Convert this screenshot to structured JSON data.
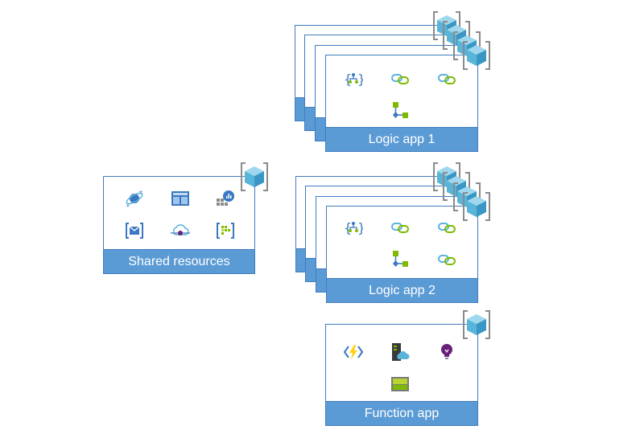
{
  "diagram": {
    "shared": {
      "label": "Shared resources",
      "icons": [
        "cosmos-db-icon",
        "dashboard-icon",
        "analytics-icon",
        "event-grid-icon",
        "cloud-connector-icon",
        "api-management-icon"
      ]
    },
    "logic_app_1": {
      "label": "Logic app 1",
      "icons": [
        "workflow-code-icon",
        "connector-link-icon",
        "connector-link-icon",
        "workflow-flow-icon"
      ]
    },
    "logic_app_2": {
      "label": "Logic app 2",
      "icons": [
        "workflow-code-icon",
        "connector-link-icon",
        "connector-link-icon",
        "workflow-flow-icon",
        "connector-link-icon"
      ]
    },
    "function_app": {
      "label": "Function app",
      "icons": [
        "azure-function-icon",
        "cloud-server-icon",
        "app-insights-icon",
        "storage-icon"
      ]
    },
    "colors": {
      "border": "#3f7cbf",
      "label_bar": "#5b9bd5",
      "label_text": "#ffffff",
      "cube_blue": "#59b4d9",
      "link_green": "#7fba00"
    }
  }
}
